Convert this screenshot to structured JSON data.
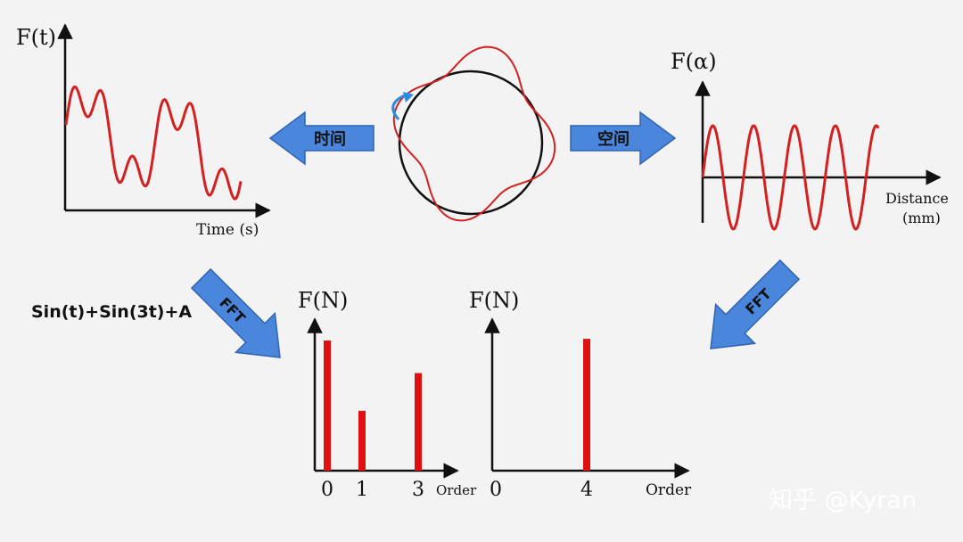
{
  "time_plot": {
    "ylabel": "F(t)",
    "xlabel": "Time (s)",
    "curve_color": "#d42020"
  },
  "space_plot": {
    "ylabel": "F(α)",
    "xlabel_line1": "Distance",
    "xlabel_line2": "(mm)",
    "curve_color": "#d42020"
  },
  "arrows": {
    "time_label": "时间",
    "space_label": "空间",
    "fft_left_label": "FFT",
    "fft_right_label": "FFT",
    "fill_color": "#4a86dc",
    "stroke_color": "#2f64b4"
  },
  "rotor": {
    "circle_color": "#111111",
    "deformed_color": "#d42020",
    "rotation_icon_color": "#2a8be0"
  },
  "formula": "Sin(t)+Sin(3t)+A",
  "chart_data": [
    {
      "type": "bar",
      "ylabel": "F(N)",
      "xlabel": "Order",
      "categories": [
        "0",
        "1",
        "3"
      ],
      "values": [
        1.0,
        0.46,
        0.75
      ],
      "bar_color": "#e01010"
    },
    {
      "type": "bar",
      "ylabel": "F(N)",
      "xlabel": "Order",
      "categories": [
        "0",
        "4"
      ],
      "values": [
        0,
        0.87
      ],
      "bar_color": "#e01010"
    }
  ],
  "watermark": "知乎 @Kyran"
}
